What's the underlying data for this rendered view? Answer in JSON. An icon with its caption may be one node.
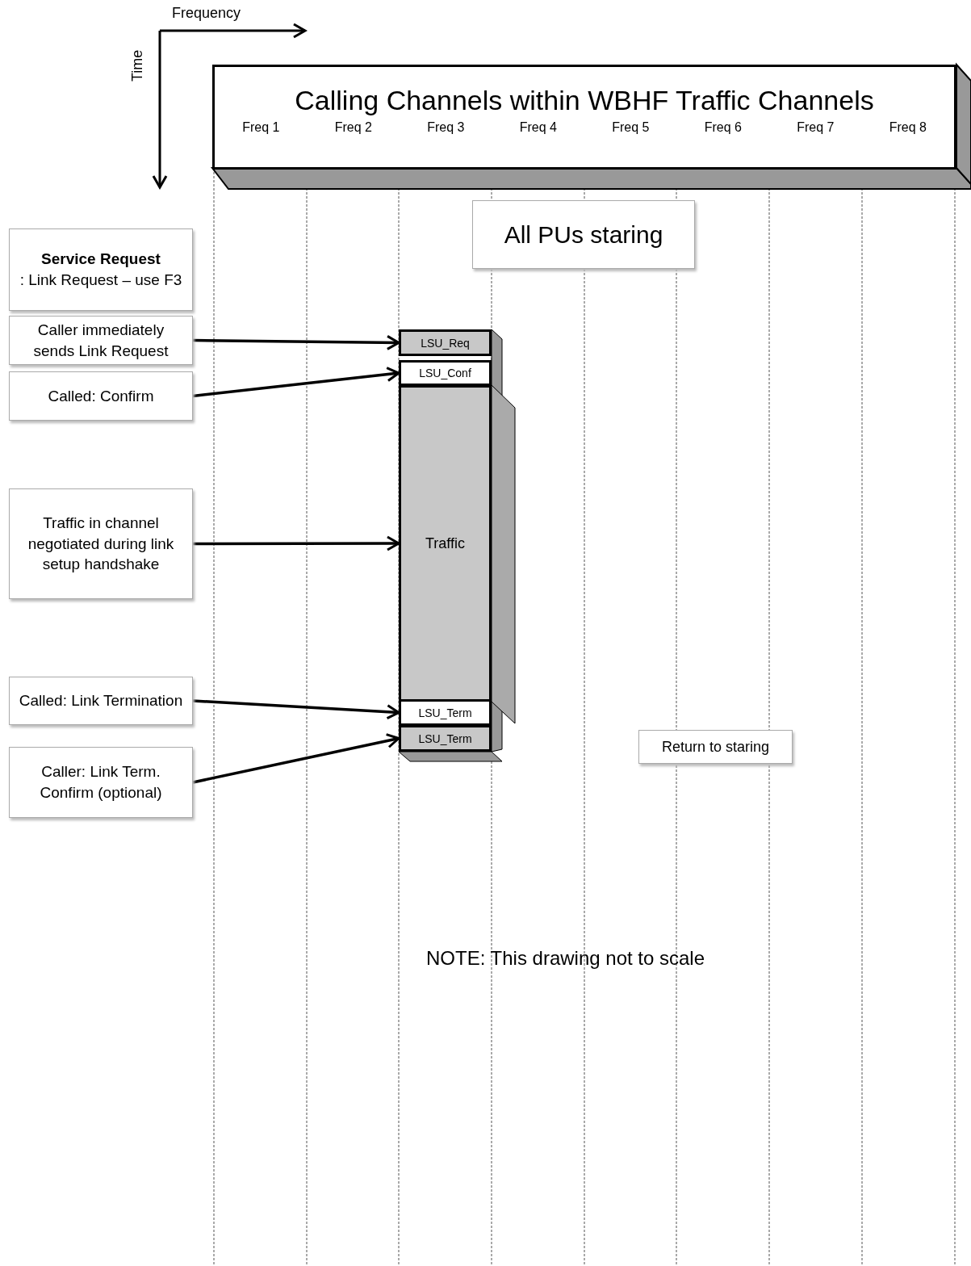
{
  "diagram": {
    "nodes": [
      {
        "text": [
          "Calling Channels within WBHF Traffic Channels",
          "Freq 1",
          "Freq 2",
          "Freq 3",
          "Freq 4",
          "Freq 5",
          "Freq 6",
          "Freq 7",
          "Freq 8"
        ]
      },
      {
        "text": [
          "All PUs staring"
        ]
      },
      {
        "text": [
          "**Service Request**: Link Request – use F3"
        ]
      },
      {
        "text": [
          "Caller immediately sends Link Request"
        ]
      },
      {
        "text": [
          "Called: Confirm"
        ]
      },
      {
        "text": [
          "Traffic in channel negotiated during link setup handshake"
        ]
      },
      {
        "text": [
          "Called: Link Termination"
        ]
      },
      {
        "text": [
          "Caller: Link Term. Confirm (optional)"
        ]
      },
      {
        "text": [
          "LSU_Req"
        ]
      },
      {
        "text": [
          "LSU_Conf"
        ]
      },
      {
        "text": [
          "Traffic"
        ]
      },
      {
        "text": [
          "LSU_Term"
        ]
      },
      {
        "text": [
          "LSU_Term"
        ]
      },
      {
        "text": [
          "Return to staring"
        ]
      }
    ],
    "edges": [
      {
        "from": 3,
        "to": 8,
        "arrow": "to"
      },
      {
        "from": 4,
        "to": 9,
        "arrow": "to"
      },
      {
        "from": 5,
        "to": 10,
        "arrow": "to"
      },
      {
        "from": 6,
        "to": 11,
        "arrow": "to"
      },
      {
        "from": 7,
        "to": 12,
        "arrow": "to"
      }
    ],
    "labels": [
      "Frequency",
      "Time",
      "NOTE: This drawing not to scale"
    ]
  }
}
